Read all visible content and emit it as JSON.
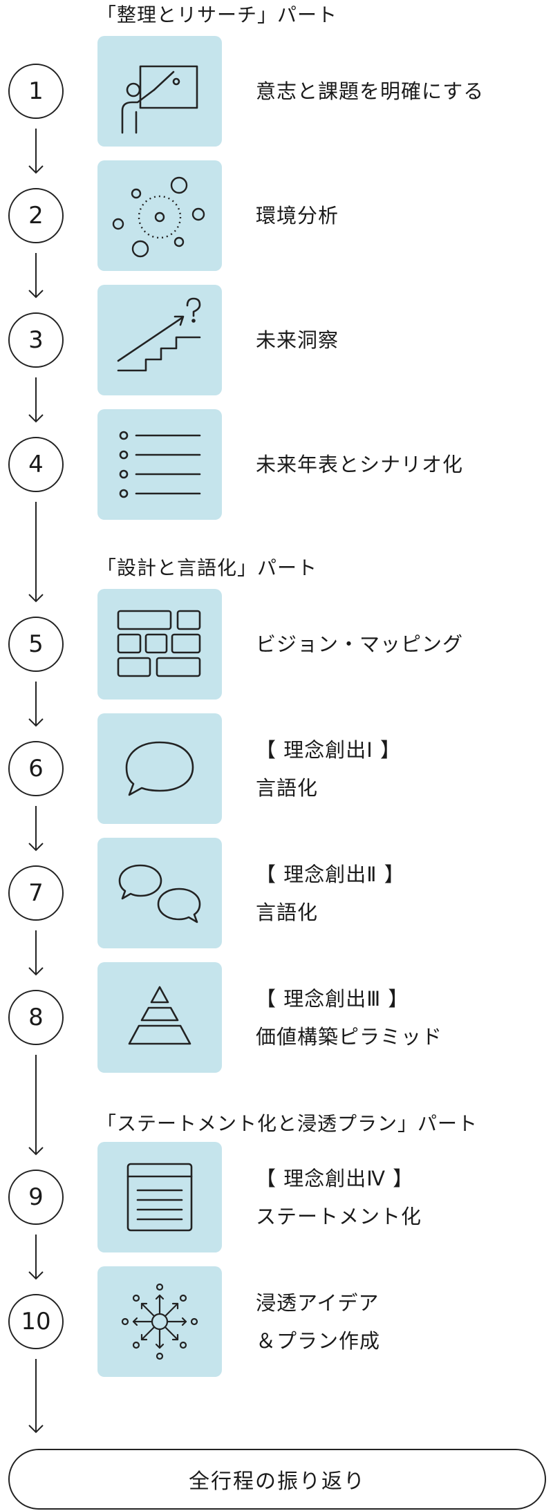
{
  "sections": [
    {
      "title": "「整理とリサーチ」パート"
    },
    {
      "title": "「設計と言語化」パート"
    },
    {
      "title": "「ステートメント化と浸透プラン」パート"
    }
  ],
  "steps": [
    {
      "number": "1",
      "icon": "presentation-icon",
      "lines": [
        "意志と課題を明確にする"
      ]
    },
    {
      "number": "2",
      "icon": "environment-circles-icon",
      "lines": [
        "環境分析"
      ]
    },
    {
      "number": "3",
      "icon": "stairs-question-icon",
      "lines": [
        "未来洞察"
      ]
    },
    {
      "number": "4",
      "icon": "list-icon",
      "lines": [
        "未来年表とシナリオ化"
      ]
    },
    {
      "number": "5",
      "icon": "blocks-icon",
      "lines": [
        "ビジョン・マッピング"
      ]
    },
    {
      "number": "6",
      "icon": "speech-bubble-icon",
      "lines": [
        "【 理念創出Ⅰ 】",
        "言語化"
      ]
    },
    {
      "number": "7",
      "icon": "two-speech-bubbles-icon",
      "lines": [
        "【 理念創出Ⅱ 】",
        "言語化"
      ]
    },
    {
      "number": "8",
      "icon": "pyramid-icon",
      "lines": [
        "【 理念創出Ⅲ 】",
        "価値構築ピラミッド"
      ]
    },
    {
      "number": "9",
      "icon": "document-icon",
      "lines": [
        "【 理念創出Ⅳ 】",
        "ステートメント化"
      ]
    },
    {
      "number": "10",
      "icon": "radiating-arrows-icon",
      "lines": [
        "浸透アイデア",
        "＆プラン作成"
      ]
    }
  ],
  "final": {
    "label": "全行程の振り返り"
  },
  "colors": {
    "icon_bg": "#c5e4ec",
    "stroke": "#222222"
  }
}
